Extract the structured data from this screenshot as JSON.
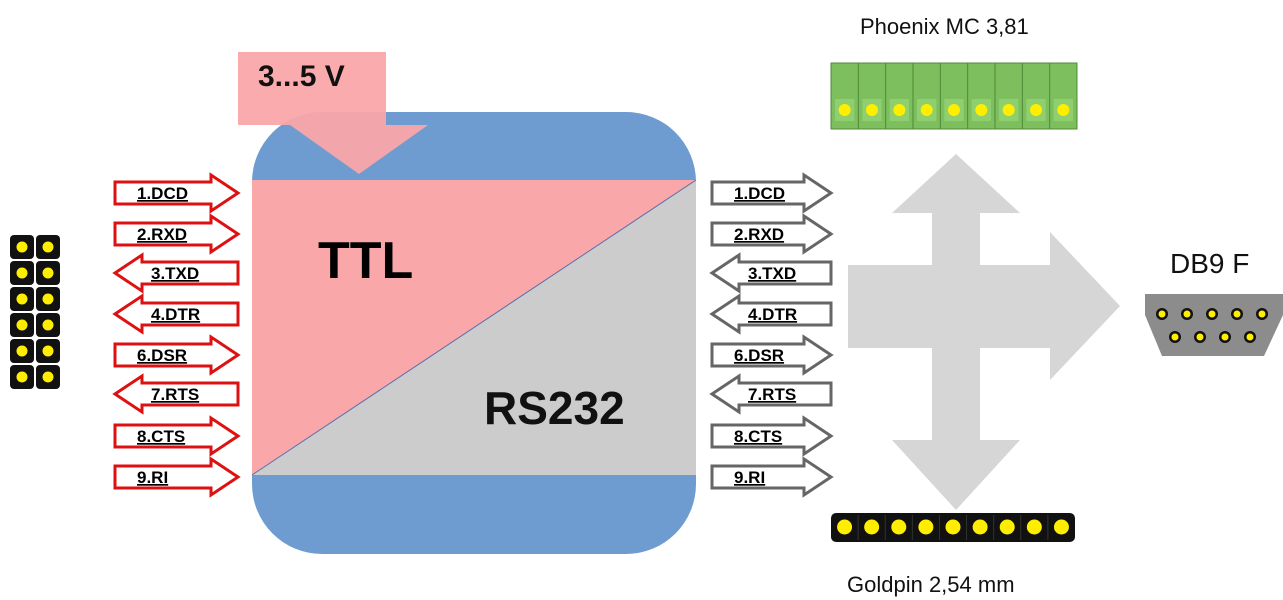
{
  "power": {
    "label": "3...5 V"
  },
  "converter": {
    "ttl_label": "TTL",
    "rs232_label": "RS232"
  },
  "signals_left": [
    {
      "label": "1.DCD",
      "direction": "right"
    },
    {
      "label": "2.RXD",
      "direction": "right"
    },
    {
      "label": "3.TXD",
      "direction": "left"
    },
    {
      "label": "4.DTR",
      "direction": "left"
    },
    {
      "label": "6.DSR",
      "direction": "right"
    },
    {
      "label": "7.RTS",
      "direction": "left"
    },
    {
      "label": "8.CTS",
      "direction": "right"
    },
    {
      "label": "9.RI",
      "direction": "right"
    }
  ],
  "signals_right": [
    {
      "label": "1.DCD",
      "direction": "right"
    },
    {
      "label": "2.RXD",
      "direction": "right"
    },
    {
      "label": "3.TXD",
      "direction": "left"
    },
    {
      "label": "4.DTR",
      "direction": "left"
    },
    {
      "label": "6.DSR",
      "direction": "right"
    },
    {
      "label": "7.RTS",
      "direction": "left"
    },
    {
      "label": "8.CTS",
      "direction": "right"
    },
    {
      "label": "9.RI",
      "direction": "right"
    }
  ],
  "connectors": {
    "phoenix": {
      "label": "Phoenix MC 3,81",
      "pin_count": 9
    },
    "db9": {
      "label": "DB9 F",
      "top_row_pins": 5,
      "bottom_row_pins": 4
    },
    "goldpin": {
      "label": "Goldpin 2,54 mm",
      "pin_count": 9
    },
    "left_header": {
      "rows": 6,
      "cols": 2
    }
  },
  "colors": {
    "ttl": "#f9a7a9",
    "rs232": "#cccccc",
    "body": "#6e9cd0",
    "in_arrow_stroke": "#dd1111",
    "out_arrow_stroke": "#666666",
    "phoenix": "#7dbf5e",
    "pin": "#ffee00",
    "header": "#111111",
    "cross_arrow": "#d6d6d6"
  }
}
